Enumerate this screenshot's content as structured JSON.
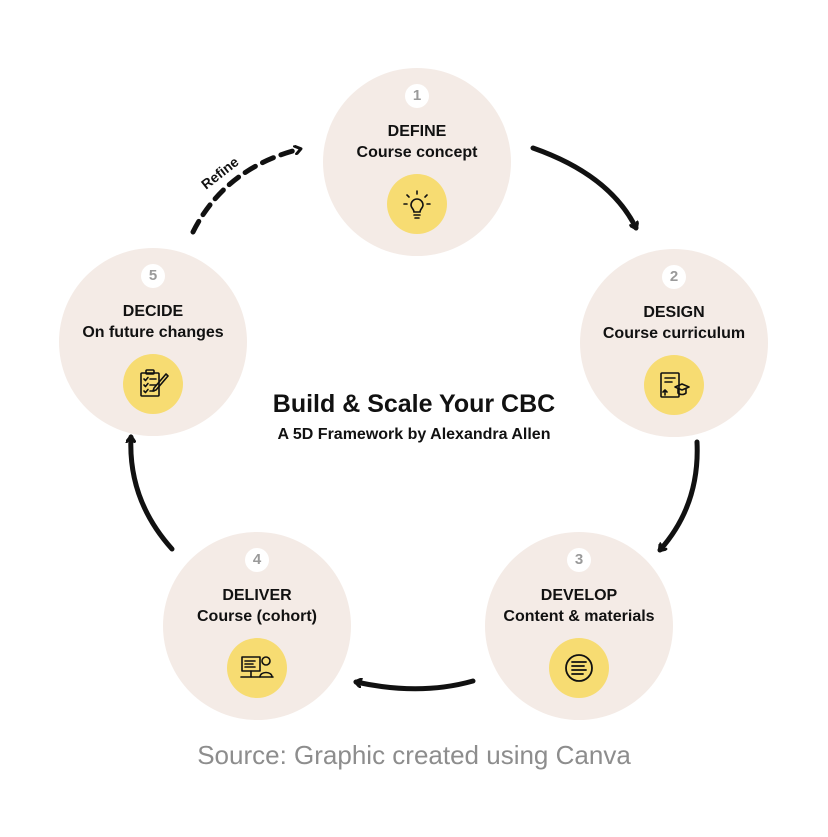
{
  "steps": [
    {
      "number": "1",
      "title": "DEFINE",
      "subtitle": "Course concept",
      "icon": "lightbulb-icon"
    },
    {
      "number": "2",
      "title": "DESIGN",
      "subtitle": "Course curriculum",
      "icon": "curriculum-icon"
    },
    {
      "number": "3",
      "title": "DEVELOP",
      "subtitle": "Content & materials",
      "icon": "document-list-icon"
    },
    {
      "number": "4",
      "title": "DELIVER",
      "subtitle": "Course (cohort)",
      "icon": "teacher-presentation-icon"
    },
    {
      "number": "5",
      "title": "DECIDE",
      "subtitle": "On future changes",
      "icon": "checklist-pen-icon"
    }
  ],
  "center": {
    "title": "Build & Scale Your CBC",
    "subtitle": "A 5D Framework by Alexandra Allen"
  },
  "refine_label": "Refine",
  "caption": "Source: Graphic created using Canva",
  "colors": {
    "circle_bg": "#f4ebe6",
    "icon_bg": "#f7dc72",
    "text": "#111111",
    "caption": "#8d8d8d"
  }
}
